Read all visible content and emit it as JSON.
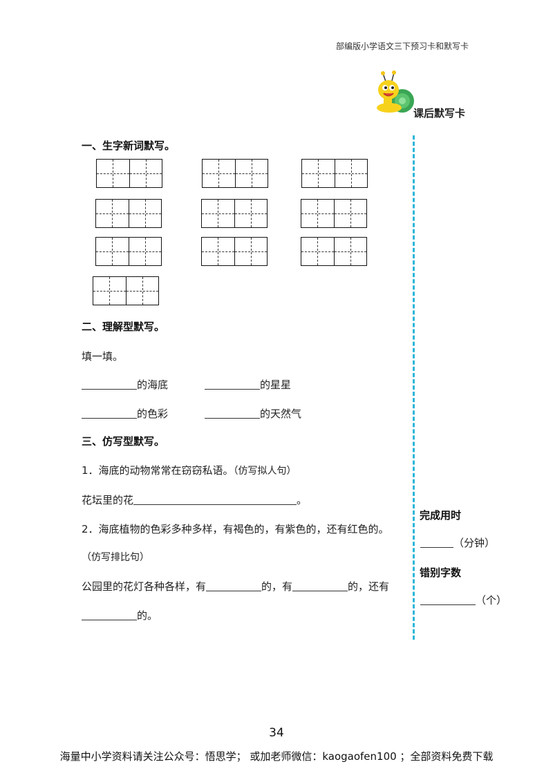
{
  "header": {
    "title": "部编版小学语文三下预习卡和默写卡"
  },
  "card": {
    "title": "课后默写卡",
    "mascot_icon": "snail-mascot-icon"
  },
  "accent_color": "#2bb6d8",
  "section1": {
    "title": "一、生字新词默写。",
    "pair_count": 10
  },
  "section2": {
    "title": "二、理解型默写。",
    "instruction": "填一填。",
    "items": [
      "的海底",
      "的星星",
      "的色彩",
      "的天然气"
    ]
  },
  "section3": {
    "title": "三、仿写型默写。",
    "q1": {
      "text": "1．海底的动物常常在窃窃私语。",
      "note": "（仿写拟人句）",
      "answer_prefix": "花坛里的花",
      "answer_suffix": "。"
    },
    "q2": {
      "text": "2．海底植物的色彩多种多样，有褐色的，有紫色的，还有红色的。",
      "note": "（仿写排比句）",
      "part1": "公园里的花灯各种各样，有",
      "part2": "的，有",
      "part3": "的，还有",
      "part4": "的。"
    }
  },
  "side": {
    "time_label": "完成用时",
    "time_unit": "（分钟）",
    "error_label": "错别字数",
    "error_unit": "（个）"
  },
  "page_number": "34",
  "footer": {
    "text": "海量中小学资料请关注公众号：悟思学；  或加老师微信：kaogaofen100 ；全部资料免费下载"
  }
}
